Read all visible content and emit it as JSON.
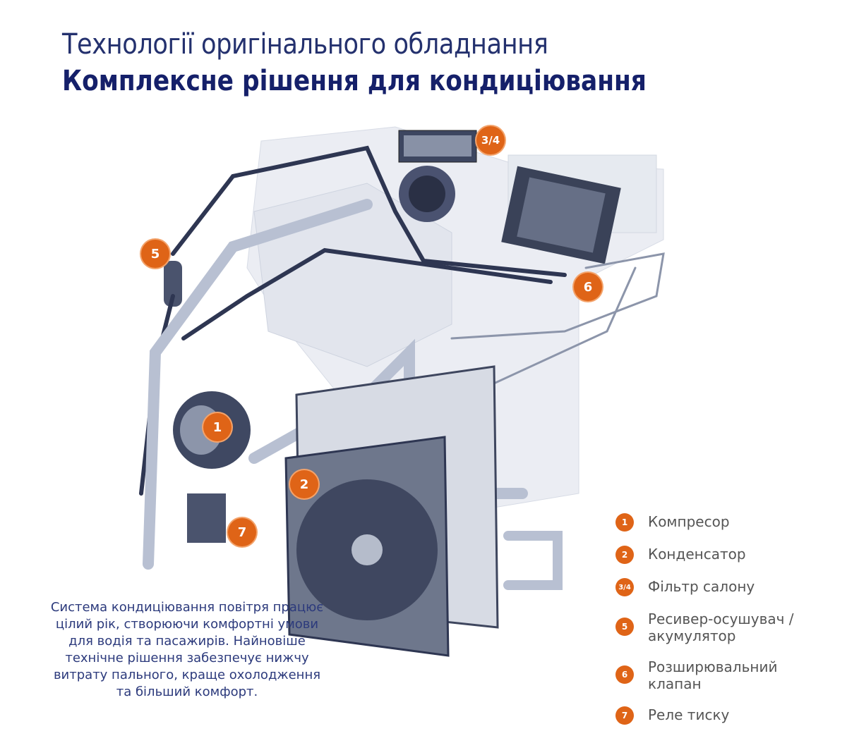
{
  "header": {
    "subtitle": "Технології оригінального обладнання",
    "title": "Комплексне рішення для кондиціювання"
  },
  "markers": [
    "1",
    "2",
    "3/4",
    "5",
    "6",
    "7"
  ],
  "legend": [
    {
      "badge": "1",
      "label": "Компресор"
    },
    {
      "badge": "2",
      "label": "Конденсатор"
    },
    {
      "badge": "3/4",
      "label": "Фільтр салону"
    },
    {
      "badge": "5",
      "label": "Ресивер-осушувач / акумулятор"
    },
    {
      "badge": "6",
      "label": "Розширювальний клапан"
    },
    {
      "badge": "7",
      "label": "Реле тиску"
    }
  ],
  "description": "Система кондиціювання повітря працює цілий рік, створюючи комфортні умови для водія та пасажирів. Найновіше технічне рішення забезпечує нижчу витрату пального, краще охолодження та більший комфорт.",
  "colors": {
    "accent": "#df6417",
    "navy": "#15206a"
  }
}
